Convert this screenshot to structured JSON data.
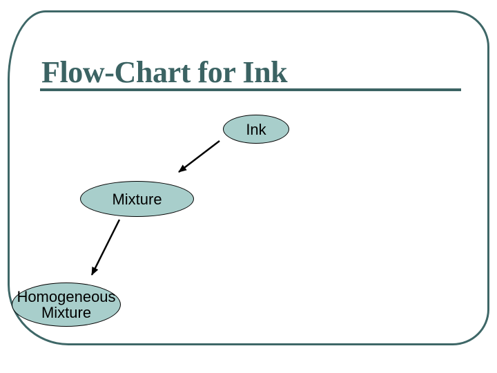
{
  "slide": {
    "title": "Flow-Chart for Ink",
    "accent_color": "#3b6363",
    "frame_border_color": "#3e6767",
    "background_color": "#ffffff"
  },
  "diagram": {
    "type": "flowchart",
    "node_shape": "ellipse",
    "node_fill_color": "#a8cecb",
    "node_outline_color": "#000000",
    "arrow_color": "#000000",
    "nodes": [
      {
        "id": "ink",
        "label": "Ink"
      },
      {
        "id": "mixture",
        "label": "Mixture"
      },
      {
        "id": "homogeneous-mixture",
        "label": "Homogeneous Mixture",
        "label_line1": "Homogeneous",
        "label_line2": "Mixture"
      }
    ],
    "edges": [
      {
        "from": "ink",
        "to": "mixture",
        "style": "arrow"
      },
      {
        "from": "mixture",
        "to": "homogeneous-mixture",
        "style": "arrow"
      }
    ]
  }
}
